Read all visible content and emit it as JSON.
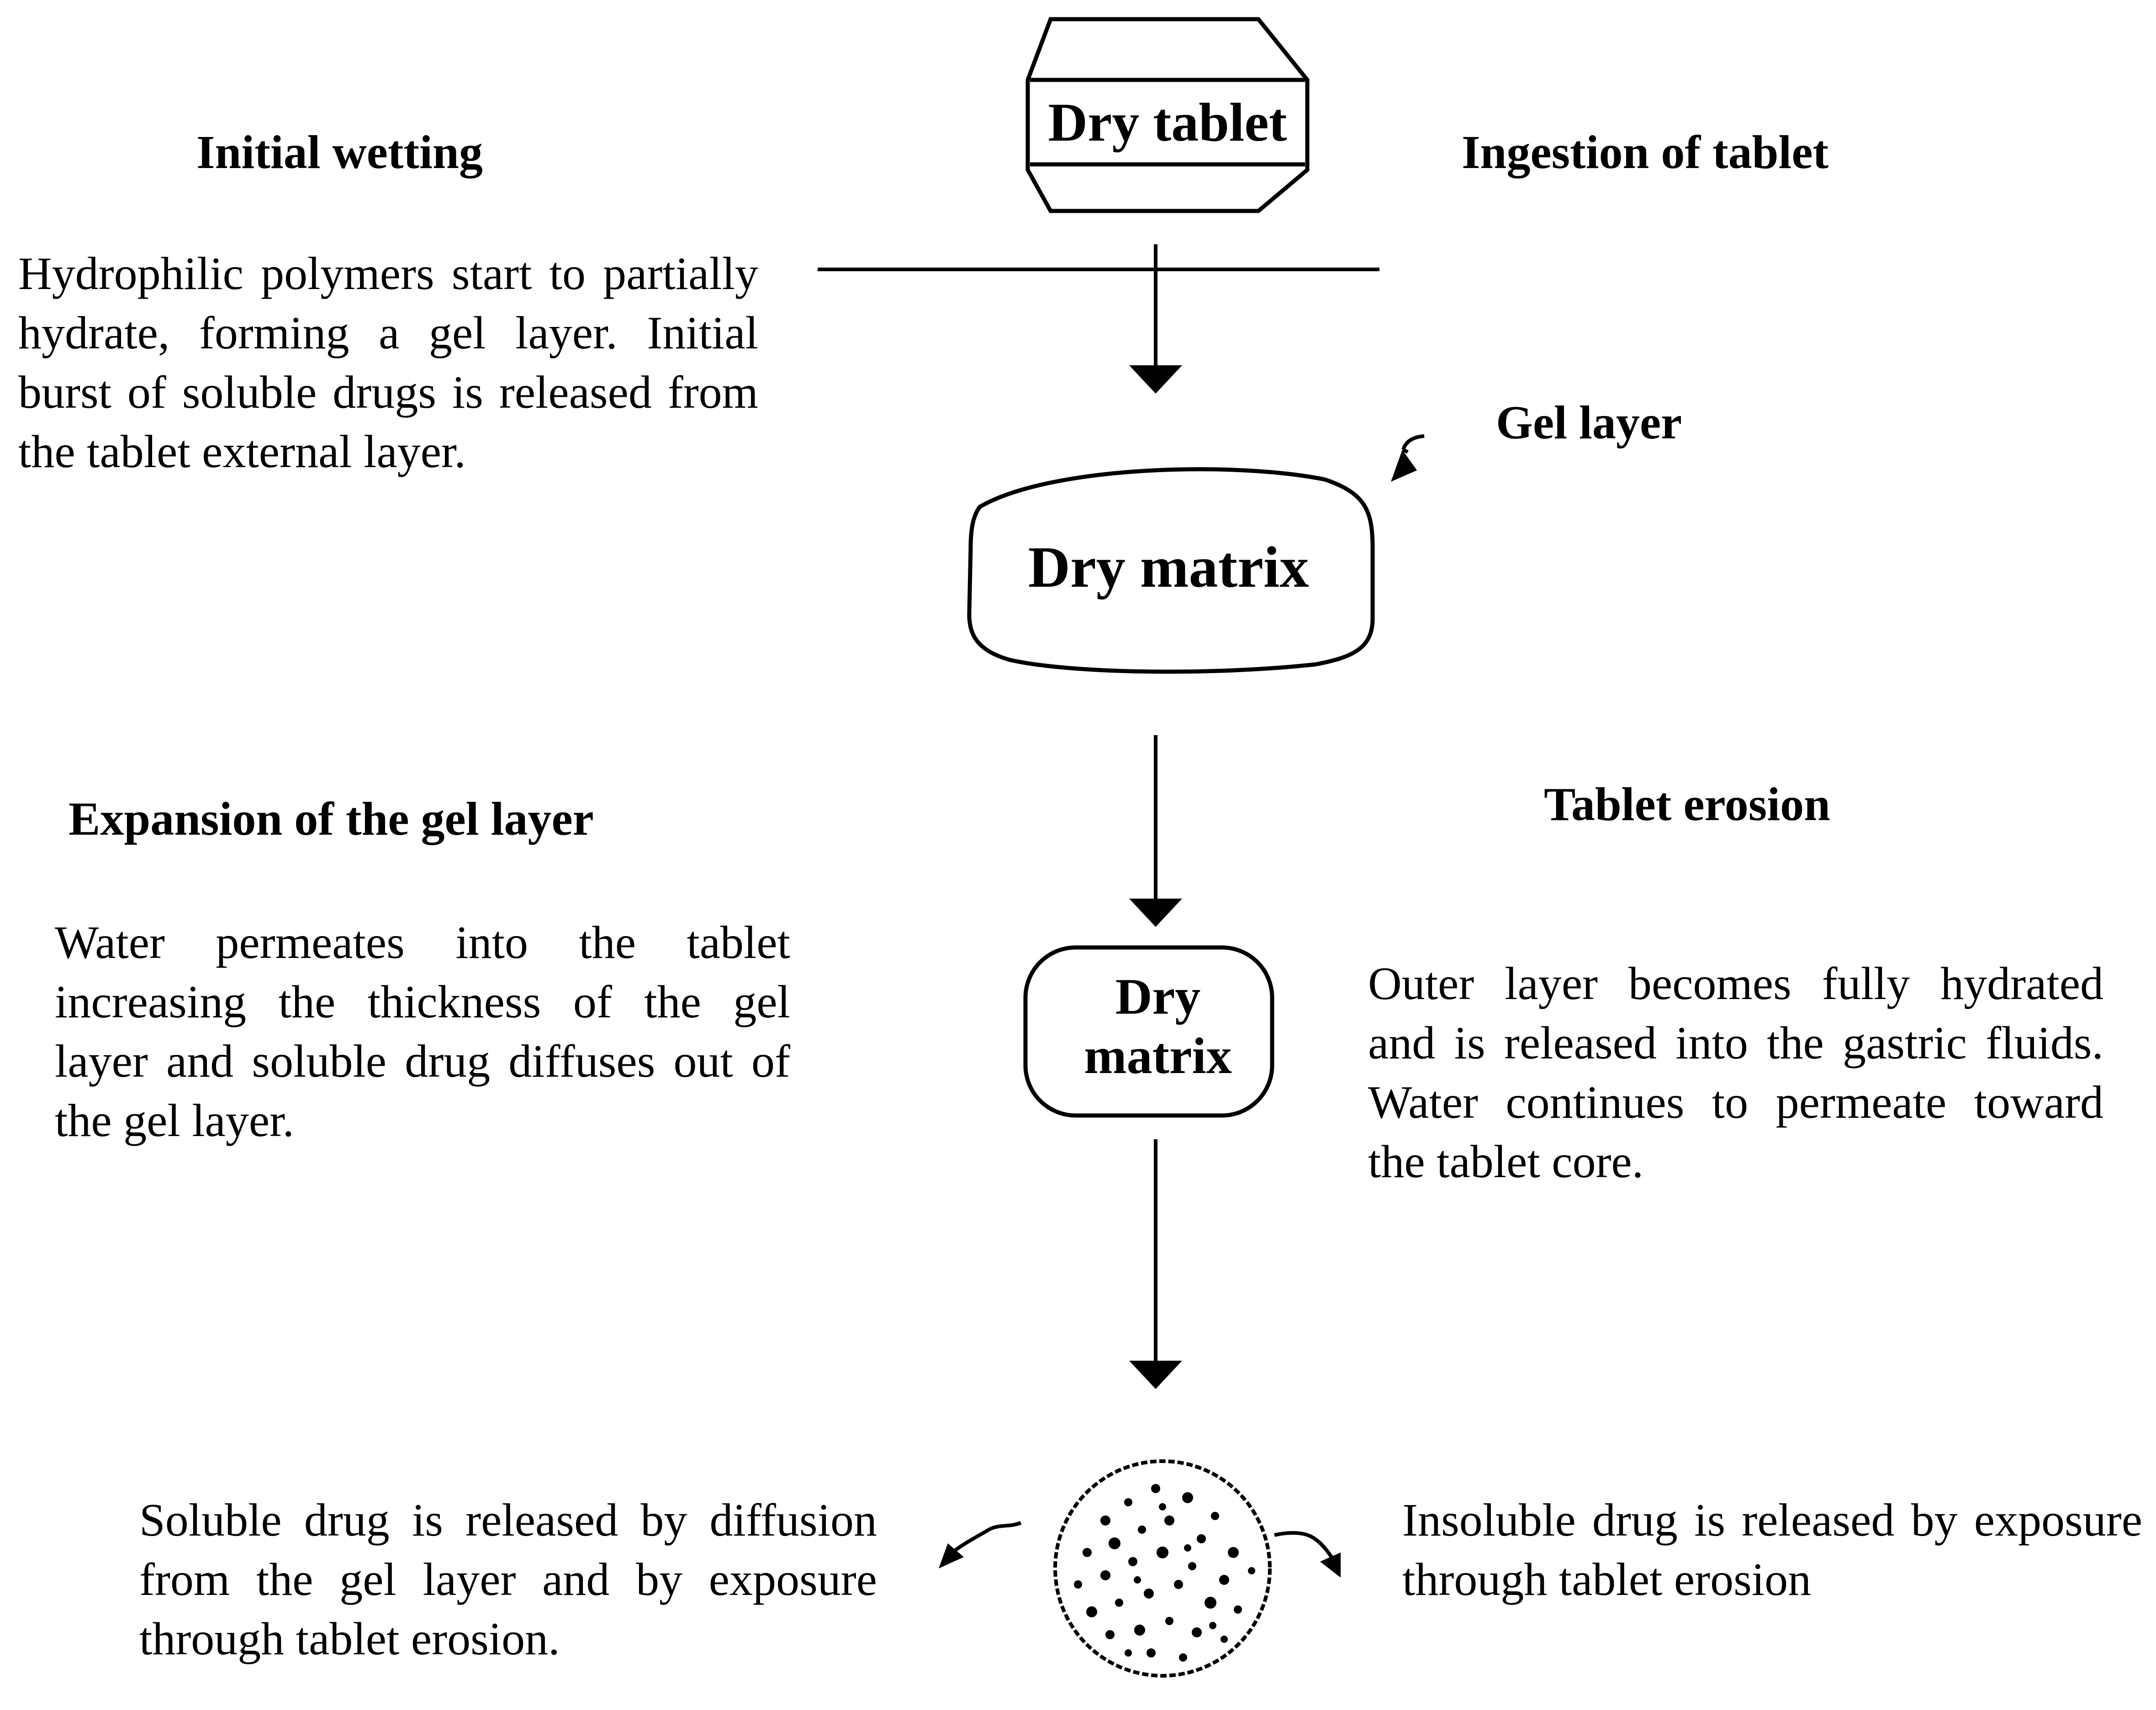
{
  "nodes": {
    "dry_tablet": "Dry tablet",
    "dry_matrix_1": "Dry matrix",
    "dry_matrix_2_line1": "Dry",
    "dry_matrix_2_line2": "matrix",
    "gel_layer": "Gel layer"
  },
  "stages": {
    "initial_wetting": {
      "title": "Initial wetting",
      "text": "Hydrophilic polymers start to partially hydrate, forming a gel layer. Initial burst of soluble drugs is released from the tablet external layer."
    },
    "ingestion": {
      "title": "Ingestion of tablet"
    },
    "expansion": {
      "title": "Expansion of the gel layer",
      "text": "Water permeates into the tablet increasing the thickness of the gel layer and soluble drug diffuses out of the gel layer."
    },
    "erosion": {
      "title": "Tablet erosion",
      "text": "Outer layer becomes fully hydrated and is released into the gastric fluids. Water continues to permeate toward the tablet core."
    }
  },
  "release": {
    "soluble": "Soluble drug is released by diffusion from the gel layer and by exposure through tablet erosion.",
    "insoluble": "Insoluble drug is released by exposure through tablet erosion"
  }
}
